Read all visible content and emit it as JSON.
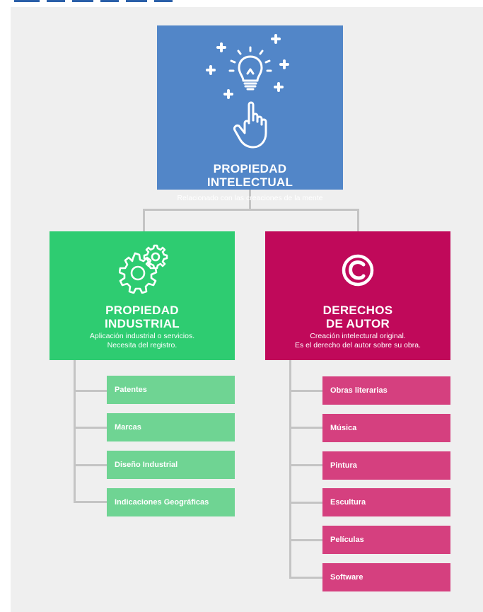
{
  "root": {
    "title_line1": "PROPIEDAD",
    "title_line2": "INTELECTUAL",
    "subtitle": "Relacionado con las creaciones de la mente",
    "icon": "lightbulb-hand-icon"
  },
  "industrial": {
    "title_line1": "PROPIEDAD",
    "title_line2": "INDUSTRIAL",
    "sub_line1": "Aplicación industrial o servicios.",
    "sub_line2": "Necesita del registro.",
    "icon": "gears-icon",
    "items": [
      "Patentes",
      "Marcas",
      "Diseño Industrial",
      "Indicaciones Geográficas"
    ]
  },
  "autor": {
    "title_line1": "DERECHOS",
    "title_line2": "DE AUTOR",
    "sub_line1": "Creación intelectural original.",
    "sub_line2": "Es el derecho del autor sobre su obra.",
    "icon": "copyright-icon",
    "items": [
      "Obras literarias",
      "Música",
      "Pintura",
      "Escultura",
      "Películas",
      "Software"
    ]
  },
  "colors": {
    "root": "#5286c8",
    "industrial": "#2ecc71",
    "industrial_item": "#6fd493",
    "autor": "#c0095a",
    "autor_item": "#d5407f",
    "connector": "#c4c4c4"
  }
}
